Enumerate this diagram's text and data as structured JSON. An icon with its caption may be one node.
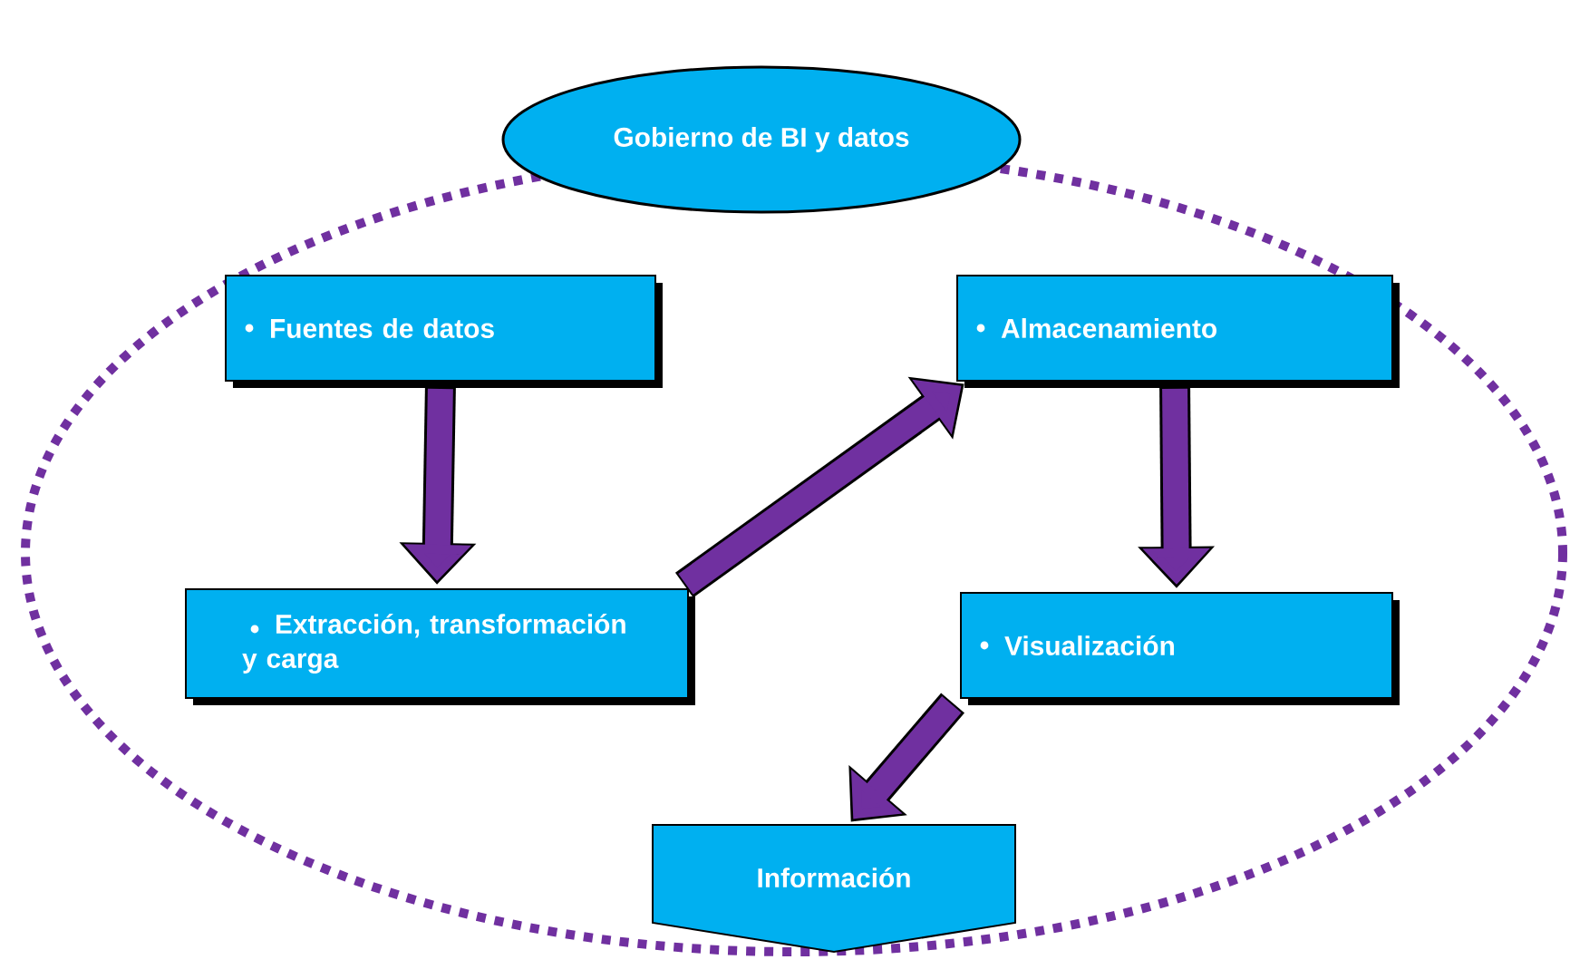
{
  "diagram": {
    "nodes": [
      {
        "text": [
          "Gobierno de BI y datos"
        ]
      },
      {
        "text": [
          "Fuentes de datos"
        ]
      },
      {
        "text": [
          "Extracción, transformación y carga"
        ]
      },
      {
        "text": [
          "Almacenamiento"
        ]
      },
      {
        "text": [
          "Visualización"
        ]
      },
      {
        "text": [
          "Información"
        ]
      }
    ],
    "edges": [
      {
        "from": 1,
        "to": 2,
        "arrow": "to"
      },
      {
        "from": 2,
        "to": 3,
        "arrow": "to"
      },
      {
        "from": 3,
        "to": 4,
        "arrow": "to"
      },
      {
        "from": 4,
        "to": 5,
        "arrow": "to"
      }
    ]
  }
}
